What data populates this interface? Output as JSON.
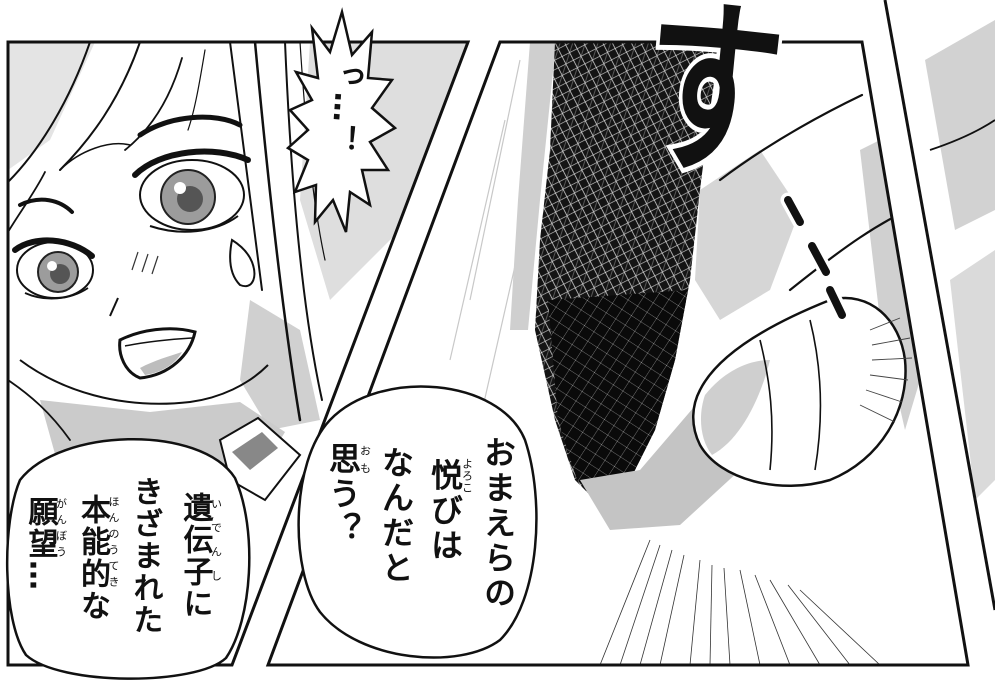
{
  "sfx": {
    "main": "す"
  },
  "bubble_top": {
    "text": "っ…！"
  },
  "bubble_middle": {
    "columns": [
      {
        "text": "おまえらの"
      },
      {
        "base": "悦",
        "ruby": "よろこ",
        "rest": "びは"
      },
      {
        "text": "なんだと"
      },
      {
        "base": "思",
        "ruby": "おも",
        "rest": "う？"
      }
    ]
  },
  "bubble_left": {
    "columns": [
      {
        "base": "遺伝子",
        "ruby": "いでんし",
        "rest": "に"
      },
      {
        "text": "きざまれた"
      },
      {
        "base": "本能的",
        "ruby": "ほんのうてき",
        "rest": "な"
      },
      {
        "base": "願望",
        "ruby": "がんぼう",
        "rest": "…"
      }
    ]
  }
}
